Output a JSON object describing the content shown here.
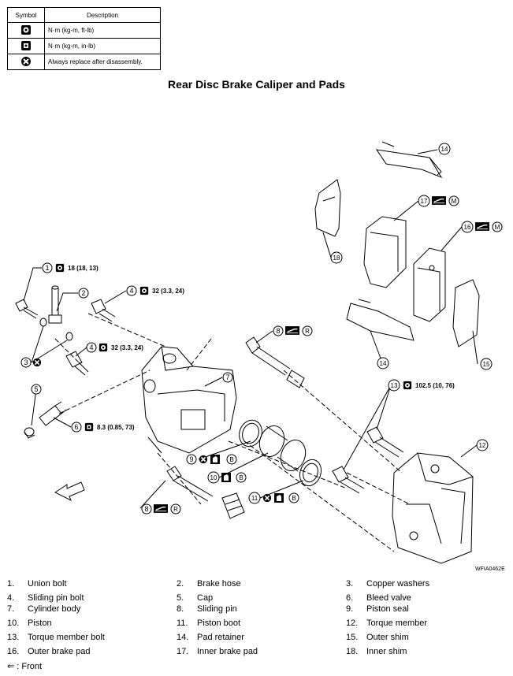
{
  "legend": {
    "header_symbol": "Symbol",
    "header_description": "Description",
    "rows": [
      {
        "icon": "torque-wrench-icon",
        "text": "N·m (kg-m, ft-lb)"
      },
      {
        "icon": "torque-wrench-small-icon",
        "text": "N·m (kg-m, in-lb)"
      },
      {
        "icon": "always-replace-icon",
        "text": "Always replace after disassembly."
      }
    ]
  },
  "title": "Rear Disc Brake Caliper and Pads",
  "diagram": {
    "callouts": {
      "c1": "1",
      "c2": "2",
      "c3": "3",
      "c4a": "4",
      "c4b": "4",
      "c5": "5",
      "c6": "6",
      "c7": "7",
      "c8a": "8",
      "c8b": "8",
      "c9": "9",
      "c10": "10",
      "c11": "11",
      "c12": "12",
      "c13": "13",
      "c14a": "14",
      "c14b": "14",
      "c15": "15",
      "c16": "16",
      "c17": "17",
      "c18": "18"
    },
    "torque": {
      "t1": "18 (18, 13)",
      "t4a": "32 (3.3, 24)",
      "t4b": "32 (3.3, 24)",
      "t6": "8.3 (0.85, 73)",
      "t13": "102.5 (10, 76)"
    },
    "letters": {
      "r": "R",
      "m": "M",
      "b": "B"
    }
  },
  "figure_code": "WFIA0462E",
  "parts": [
    {
      "num": "1.",
      "name": "Union bolt"
    },
    {
      "num": "2.",
      "name": "Brake hose"
    },
    {
      "num": "3.",
      "name": "Copper washers"
    },
    {
      "num": "4.",
      "name": "Sliding pin bolt"
    },
    {
      "num": "5.",
      "name": "Cap"
    },
    {
      "num": "6.",
      "name": "Bleed valve"
    },
    {
      "num": "7.",
      "name": "Cylinder body"
    },
    {
      "num": "8.",
      "name": "Sliding pin"
    },
    {
      "num": "9.",
      "name": "Piston seal"
    },
    {
      "num": "10.",
      "name": "Piston"
    },
    {
      "num": "11.",
      "name": "Piston boot"
    },
    {
      "num": "12.",
      "name": "Torque member"
    },
    {
      "num": "13.",
      "name": "Torque member bolt"
    },
    {
      "num": "14.",
      "name": "Pad retainer"
    },
    {
      "num": "15.",
      "name": "Outer shim"
    },
    {
      "num": "16.",
      "name": "Outer brake pad"
    },
    {
      "num": "17.",
      "name": "Inner brake pad"
    },
    {
      "num": "18.",
      "name": "Inner shim"
    }
  ],
  "front_note": {
    "arrow": "⇐",
    "text": ": Front"
  }
}
